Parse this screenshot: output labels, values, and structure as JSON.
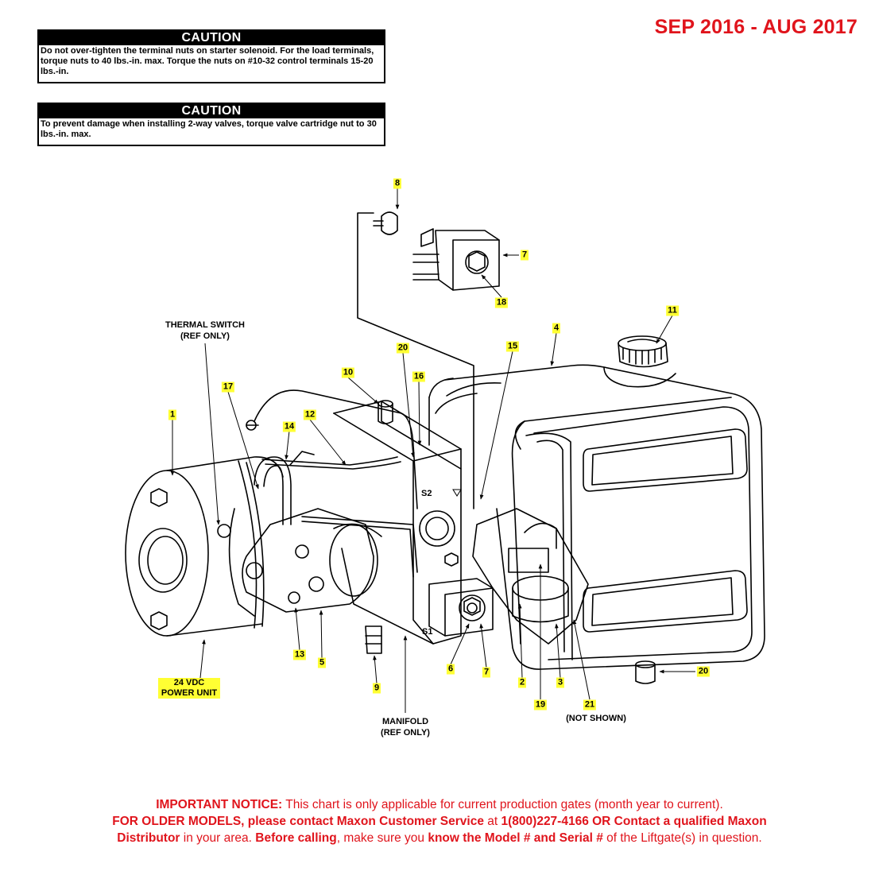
{
  "header": {
    "date_range": "SEP 2016 - AUG 2017"
  },
  "cautions": [
    {
      "title": "CAUTION",
      "text": "Do not over-tighten the terminal nuts on starter solenoid. For the load terminals, torque nuts to 40 lbs.-in. max. Torque the nuts on #10-32 control terminals 15-20 lbs.-in."
    },
    {
      "title": "CAUTION",
      "text": "To prevent damage when installing 2-way valves, torque valve cartridge nut to 30 lbs.-in. max."
    }
  ],
  "callouts": [
    "8",
    "7",
    "18",
    "11",
    "4",
    "15",
    "20",
    "16",
    "10",
    "12",
    "14",
    "17",
    "1",
    "13",
    "5",
    "9",
    "6",
    "7",
    "2",
    "3",
    "19",
    "21",
    "20"
  ],
  "references": {
    "thermal_switch_line1": "THERMAL SWITCH",
    "thermal_switch_line2": "(REF ONLY)",
    "manifold_line1": "MANIFOLD",
    "manifold_line2": "(REF ONLY)",
    "not_shown": "(NOT SHOWN)",
    "power_unit_line1": "24 VDC",
    "power_unit_line2": "POWER UNIT"
  },
  "valve_labels": {
    "s2": "S2",
    "s1": "S1"
  },
  "notice": {
    "l1_bold": "IMPORTANT NOTICE:",
    "l1_text": " This chart is only applicable for current production gates (month year to current).",
    "l2_bold": "FOR OLDER MODELS, please contact Maxon Customer Service",
    "l2_mid": " at ",
    "l2_bold2": "1(800)227-4166 OR Contact a qualified Maxon",
    "l3_bold": "Distributor",
    "l3_mid": " in your area. ",
    "l3_bold2": "Before calling",
    "l3_mid2": ", make sure you ",
    "l3_bold3": "know the Model # and Serial #",
    "l3_end": " of the Liftgate(s) in question."
  },
  "colors": {
    "notice_red": "#e0141c",
    "callout_yellow": "#ffff33"
  }
}
